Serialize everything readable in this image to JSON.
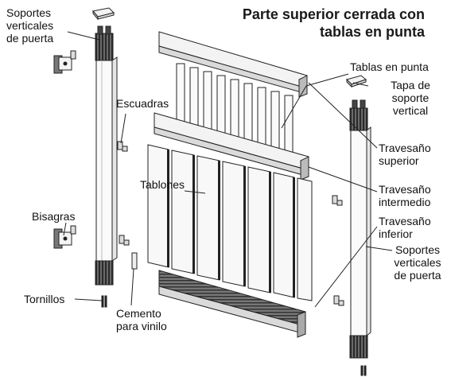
{
  "title": {
    "line1": "Parte superior cerrada con",
    "line2": "tablas en punta"
  },
  "labels": {
    "post_left": [
      "Soportes",
      "verticales",
      "de puerta"
    ],
    "brackets": "Escuadras",
    "boards": "Tablones",
    "hinges": "Bisagras",
    "screws": "Tornillos",
    "cement": [
      "Cemento",
      "para vinilo"
    ],
    "pickets": "Tablas en punta",
    "post_cap": [
      "Tapa de",
      "soporte",
      "vertical"
    ],
    "top_rail": [
      "Travesaño",
      "superior"
    ],
    "mid_rail": [
      "Travesaño",
      "intermedio"
    ],
    "bottom_rail": [
      "Travesaño",
      "inferior"
    ],
    "post_right": [
      "Soportes",
      "verticales",
      "de puerta"
    ]
  }
}
